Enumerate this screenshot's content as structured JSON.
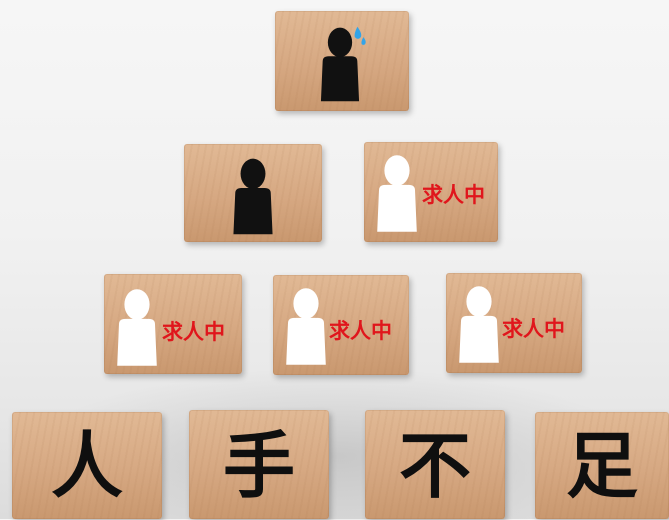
{
  "image": {
    "subject": "wooden-blocks-pyramid",
    "colors": {
      "wood": "#d6a882",
      "filled_person": "#111111",
      "vacant_person": "#ffffff",
      "recruiting_text": "#e0161c",
      "sweat_drop": "#33a4e8",
      "main_text": "#0f0f0f"
    }
  },
  "pyramid": {
    "top": {
      "icon": "person-sweating-icon"
    },
    "row2": [
      {
        "icon": "person-filled-icon"
      },
      {
        "icon": "person-vacant-icon",
        "label": "求人中"
      }
    ],
    "row3": [
      {
        "icon": "person-vacant-icon",
        "label": "求人中"
      },
      {
        "icon": "person-vacant-icon",
        "label": "求人中"
      },
      {
        "icon": "person-vacant-icon",
        "label": "求人中"
      }
    ]
  },
  "bottom_row": {
    "chars": [
      "人",
      "手",
      "不",
      "足"
    ]
  }
}
